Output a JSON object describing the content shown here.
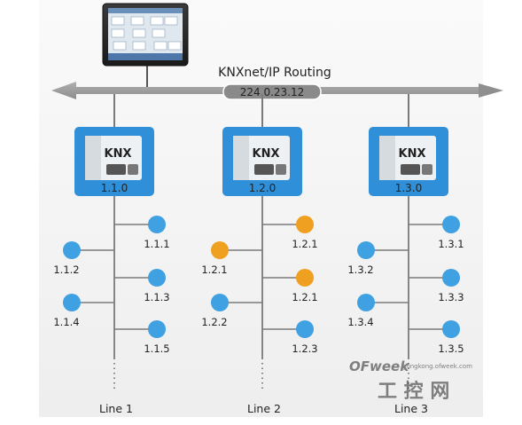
{
  "title": "KNXnet/IP Routing",
  "multicast_address": "224.0.23.12",
  "device_logo_text": "KNX",
  "watermark": {
    "brand": "OFweek",
    "domain": "gongkong.ofweek.com",
    "cn_text": "工 控 网"
  },
  "colors": {
    "line": "#7a7a7a",
    "bus": "#9a9a9a",
    "coupler_box": "#2f8fd8",
    "device_blue": "#3fa0e2",
    "device_orange": "#f0a020"
  },
  "lines": [
    {
      "label": "Line 1",
      "coupler": "1.1.0",
      "devices": [
        {
          "label": "1.1.1",
          "status": "normal"
        },
        {
          "label": "1.1.2",
          "status": "normal"
        },
        {
          "label": "1.1.3",
          "status": "normal"
        },
        {
          "label": "1.1.4",
          "status": "normal"
        },
        {
          "label": "1.1.5",
          "status": "normal"
        }
      ]
    },
    {
      "label": "Line 2",
      "coupler": "1.2.0",
      "devices": [
        {
          "label": "1.2.1",
          "status": "highlight"
        },
        {
          "label": "1.2.1",
          "status": "highlight"
        },
        {
          "label": "1.2.1",
          "status": "highlight"
        },
        {
          "label": "1.2.2",
          "status": "normal"
        },
        {
          "label": "1.2.3",
          "status": "normal"
        }
      ]
    },
    {
      "label": "Line 3",
      "coupler": "1.3.0",
      "devices": [
        {
          "label": "1.3.1",
          "status": "normal"
        },
        {
          "label": "1.3.2",
          "status": "normal"
        },
        {
          "label": "1.3.3",
          "status": "normal"
        },
        {
          "label": "1.3.4",
          "status": "normal"
        },
        {
          "label": "1.3.5",
          "status": "normal"
        }
      ]
    }
  ]
}
